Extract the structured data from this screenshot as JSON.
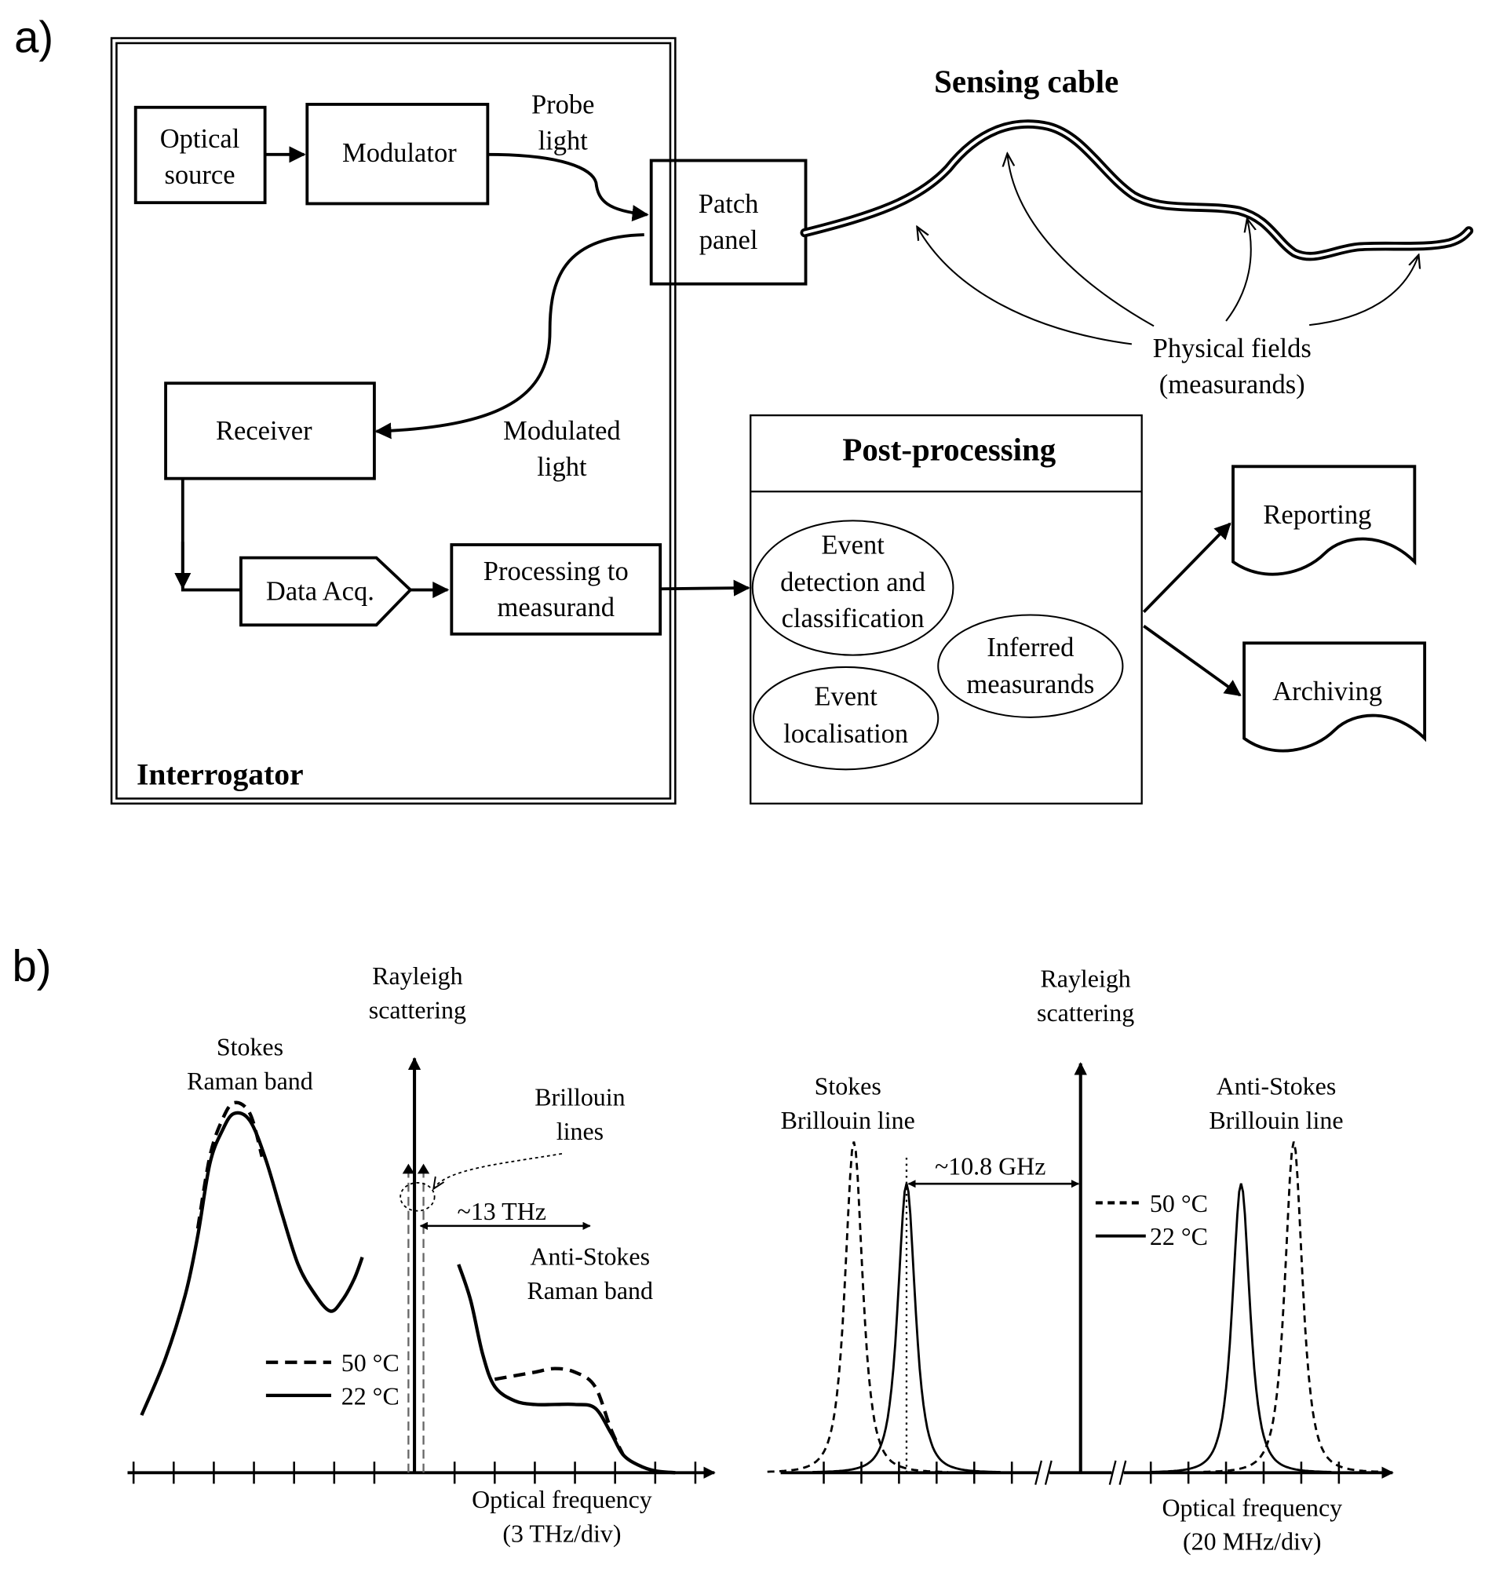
{
  "figure": {
    "panel_a_label": "a)",
    "panel_b_label": "b)"
  },
  "panel_a": {
    "interrogator": {
      "title": "Interrogator",
      "optical_source": [
        "Optical",
        "source"
      ],
      "modulator": "Modulator",
      "probe_light": [
        "Probe",
        "light"
      ],
      "receiver": "Receiver",
      "modulated_light": [
        "Modulated",
        "light"
      ],
      "data_acq": "Data Acq.",
      "processing": [
        "Processing to",
        "measurand"
      ]
    },
    "patch_panel": [
      "Patch",
      "panel"
    ],
    "sensing_cable": {
      "title": "Sensing  cable",
      "physical_fields": [
        "Physical fields",
        "(measurands)"
      ]
    },
    "post_processing": {
      "title": "Post-processing",
      "event_detection": [
        "Event",
        "detection and",
        "classification"
      ],
      "event_localisation": [
        "Event",
        "localisation"
      ],
      "inferred_measurands": [
        "Inferred",
        "measurands"
      ]
    },
    "outputs": {
      "reporting": "Reporting",
      "archiving": "Archiving"
    }
  },
  "chart_data": [
    {
      "type": "line",
      "title": "Raman and Brillouin backscatter spectrum",
      "xlabel": "Optical frequency",
      "xlabel_unit": "(3 THz/div)",
      "x_unit_per_div": 3,
      "x_units": "THz",
      "xlim_div": [
        -7,
        7
      ],
      "center_label": [
        "Rayleigh",
        "scattering"
      ],
      "annotations": {
        "stokes_band": [
          "Stokes",
          "Raman band"
        ],
        "anti_stokes_band": [
          "Anti-Stokes",
          "Raman band"
        ],
        "brillouin": [
          "Brillouin",
          "lines"
        ],
        "shift": "~13 THz"
      },
      "legend": {
        "placement": "center-left",
        "entries": [
          {
            "name": "50 °C",
            "style": "dashed"
          },
          {
            "name": "22 °C",
            "style": "solid"
          }
        ]
      },
      "series": [
        {
          "name": "22 °C",
          "style": "solid",
          "stokes_x_THz": [
            -20.4,
            -18.6,
            -17.1,
            -16.2,
            -15.3,
            -14.4,
            -13.5,
            -12.3,
            -11.1,
            -9.9,
            -8.7,
            -7.5,
            -6.3,
            -5.4,
            -4.5,
            -3.9
          ],
          "stokes_y": [
            0.16,
            0.32,
            0.5,
            0.66,
            0.86,
            0.95,
            1.0,
            0.98,
            0.87,
            0.72,
            0.58,
            0.5,
            0.45,
            0.48,
            0.54,
            0.6
          ],
          "anti_stokes_x_THz": [
            3.3,
            4.2,
            5.1,
            6.0,
            7.5,
            9.0,
            10.5,
            12.0,
            13.5,
            14.7,
            15.6,
            16.8,
            18.0,
            19.5
          ],
          "anti_stokes_y": [
            0.58,
            0.48,
            0.33,
            0.24,
            0.2,
            0.19,
            0.19,
            0.19,
            0.18,
            0.11,
            0.05,
            0.02,
            0.005,
            0.0
          ]
        },
        {
          "name": "50 °C",
          "style": "dashed",
          "stokes_x_THz": [
            -16.2,
            -15.3,
            -14.4,
            -13.5,
            -12.3,
            -11.4
          ],
          "stokes_y": [
            0.68,
            0.88,
            0.98,
            1.03,
            1.0,
            0.88
          ],
          "anti_stokes_x_THz": [
            6.0,
            7.5,
            9.0,
            10.5,
            12.0,
            13.5,
            14.7,
            15.6
          ],
          "anti_stokes_y": [
            0.26,
            0.27,
            0.28,
            0.29,
            0.28,
            0.24,
            0.12,
            0.05
          ]
        }
      ]
    },
    {
      "type": "line",
      "title": "Brillouin lines detail",
      "xlabel": "Optical frequency",
      "xlabel_unit": "(20 MHz/div)",
      "x_unit_per_div": 20,
      "x_units": "MHz",
      "axis_breaks": 2,
      "center_label": [
        "Rayleigh",
        "scattering"
      ],
      "annotations": {
        "stokes_line": [
          "Stokes",
          "Brillouin line"
        ],
        "anti_stokes_line": [
          "Anti-Stokes",
          "Brillouin line"
        ],
        "shift": "~10.8 GHz"
      },
      "legend": {
        "placement": "center",
        "entries": [
          {
            "name": "50 °C",
            "style": "dashed"
          },
          {
            "name": "22 °C",
            "style": "solid"
          }
        ]
      },
      "series": [
        {
          "name": "22 °C",
          "style": "solid",
          "stokes_peak_div": 2.2,
          "anti_stokes_peak_div": 2.4,
          "peak_height": 0.83,
          "width_div": 0.55
        },
        {
          "name": "50 °C",
          "style": "dashed",
          "stokes_peak_div": 0.8,
          "anti_stokes_peak_div": 3.8,
          "peak_height": 0.95,
          "width_div": 0.55
        }
      ]
    }
  ]
}
